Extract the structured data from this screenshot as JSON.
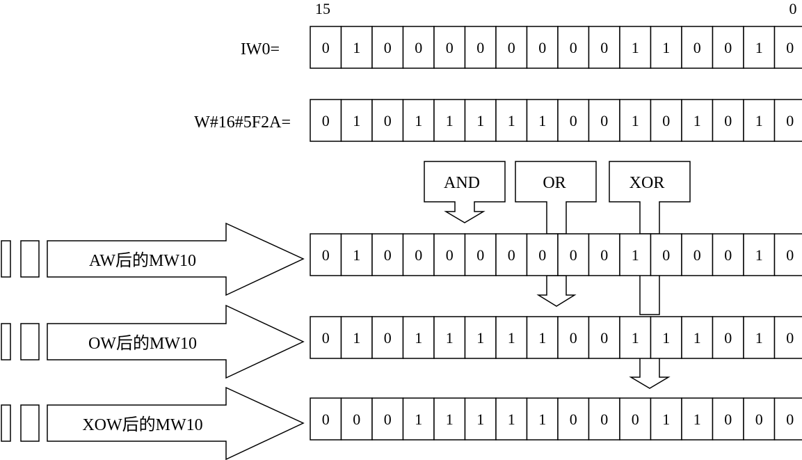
{
  "bit_positions": {
    "high": "15",
    "low": "0"
  },
  "rows": [
    {
      "id": "iw0",
      "label": "IW0=",
      "bits": [
        "0",
        "1",
        "0",
        "0",
        "0",
        "0",
        "0",
        "0",
        "0",
        "0",
        "1",
        "1",
        "0",
        "0",
        "1",
        "0"
      ]
    },
    {
      "id": "constant",
      "label": "W#16#5F2A=",
      "bits": [
        "0",
        "1",
        "0",
        "1",
        "1",
        "1",
        "1",
        "1",
        "0",
        "0",
        "1",
        "0",
        "1",
        "0",
        "1",
        "0"
      ]
    },
    {
      "id": "aw-result",
      "label": "AW后的MW10",
      "bits": [
        "0",
        "1",
        "0",
        "0",
        "0",
        "0",
        "0",
        "0",
        "0",
        "0",
        "1",
        "0",
        "0",
        "0",
        "1",
        "0"
      ]
    },
    {
      "id": "ow-result",
      "label": "OW后的MW10",
      "bits": [
        "0",
        "1",
        "0",
        "1",
        "1",
        "1",
        "1",
        "1",
        "0",
        "0",
        "1",
        "1",
        "1",
        "0",
        "1",
        "0"
      ]
    },
    {
      "id": "xow-result",
      "label": "XOW后的MW10",
      "bits": [
        "0",
        "0",
        "0",
        "1",
        "1",
        "1",
        "1",
        "1",
        "0",
        "0",
        "0",
        "1",
        "1",
        "0",
        "0",
        "0"
      ]
    }
  ],
  "operations": [
    {
      "id": "and",
      "label": "AND"
    },
    {
      "id": "or",
      "label": "OR"
    },
    {
      "id": "xor",
      "label": "XOR"
    }
  ]
}
